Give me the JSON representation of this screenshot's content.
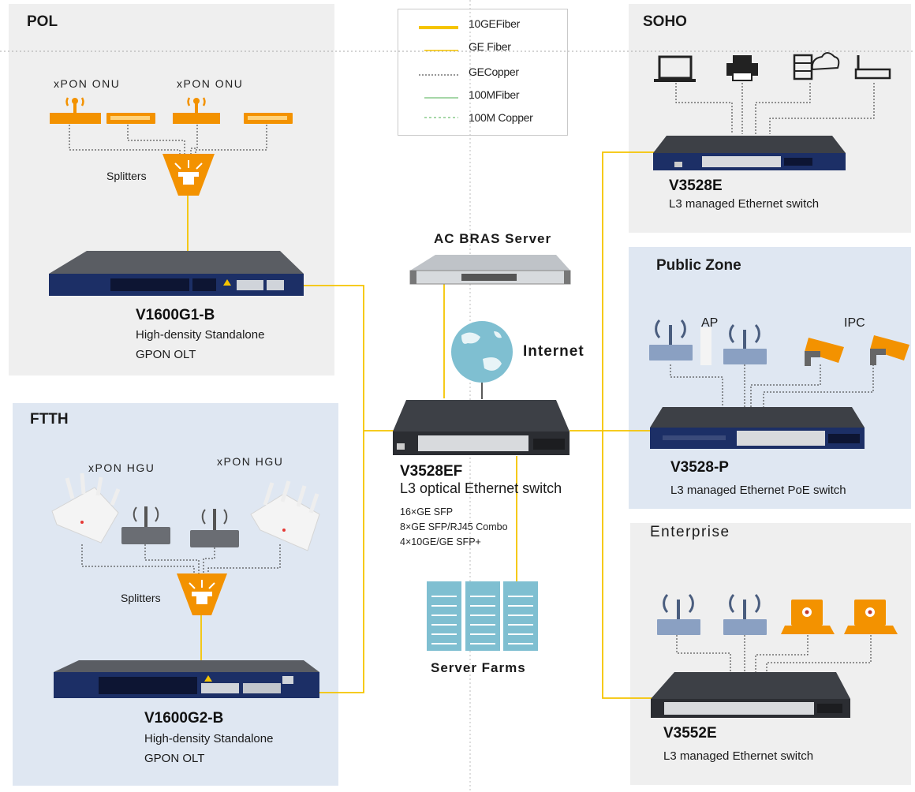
{
  "legend": {
    "items": [
      {
        "label": "10GEFiber",
        "color": "#f5c400",
        "style": "thick"
      },
      {
        "label": "GE Fiber",
        "color": "#f5c400",
        "style": "thin"
      },
      {
        "label": "GECopper",
        "color": "#333333",
        "style": "dotted"
      },
      {
        "label": "100MFiber",
        "color": "#4caf50",
        "style": "thin"
      },
      {
        "label": "100M Copper",
        "color": "#4caf50",
        "style": "dashed"
      }
    ]
  },
  "zones": {
    "pol": "POL",
    "ftth": "FTTH",
    "soho": "SOHO",
    "public": "Public Zone",
    "enterprise": "Enterprise"
  },
  "pol": {
    "onu_left": "xPON ONU",
    "onu_right": "xPON ONU",
    "splitters": "Splitters",
    "model": "V1600G1-B",
    "desc1": "High-density Standalone",
    "desc2": "GPON OLT"
  },
  "ftth": {
    "hgu_left": "xPON HGU",
    "hgu_right": "xPON HGU",
    "splitters": "Splitters",
    "model": "V1600G2-B",
    "desc1": "High-density Standalone",
    "desc2": "GPON OLT"
  },
  "core": {
    "bras": "AC BRAS Server",
    "internet": "Internet",
    "model": "V3528EF",
    "desc": "L3 optical Ethernet switch",
    "spec1": "16×GE SFP",
    "spec2": "8×GE SFP/RJ45 Combo",
    "spec3": "4×10GE/GE SFP+",
    "servers": "Server Farms"
  },
  "soho": {
    "model": "V3528E",
    "desc": "L3 managed Ethernet switch"
  },
  "public": {
    "ap": "AP",
    "ipc": "IPC",
    "model": "V3528-P",
    "desc": "L3 managed Ethernet PoE switch"
  },
  "enterprise": {
    "model": "V3552E",
    "desc": "L3 managed Ethernet switch"
  },
  "colors": {
    "fiber": "#f5c400",
    "device_orange": "#f39200",
    "switch_dark": "#3d4046",
    "olt_blue": "#1c2f66",
    "zone_gray": "#efefef",
    "zone_blue": "#dfe7f2"
  }
}
